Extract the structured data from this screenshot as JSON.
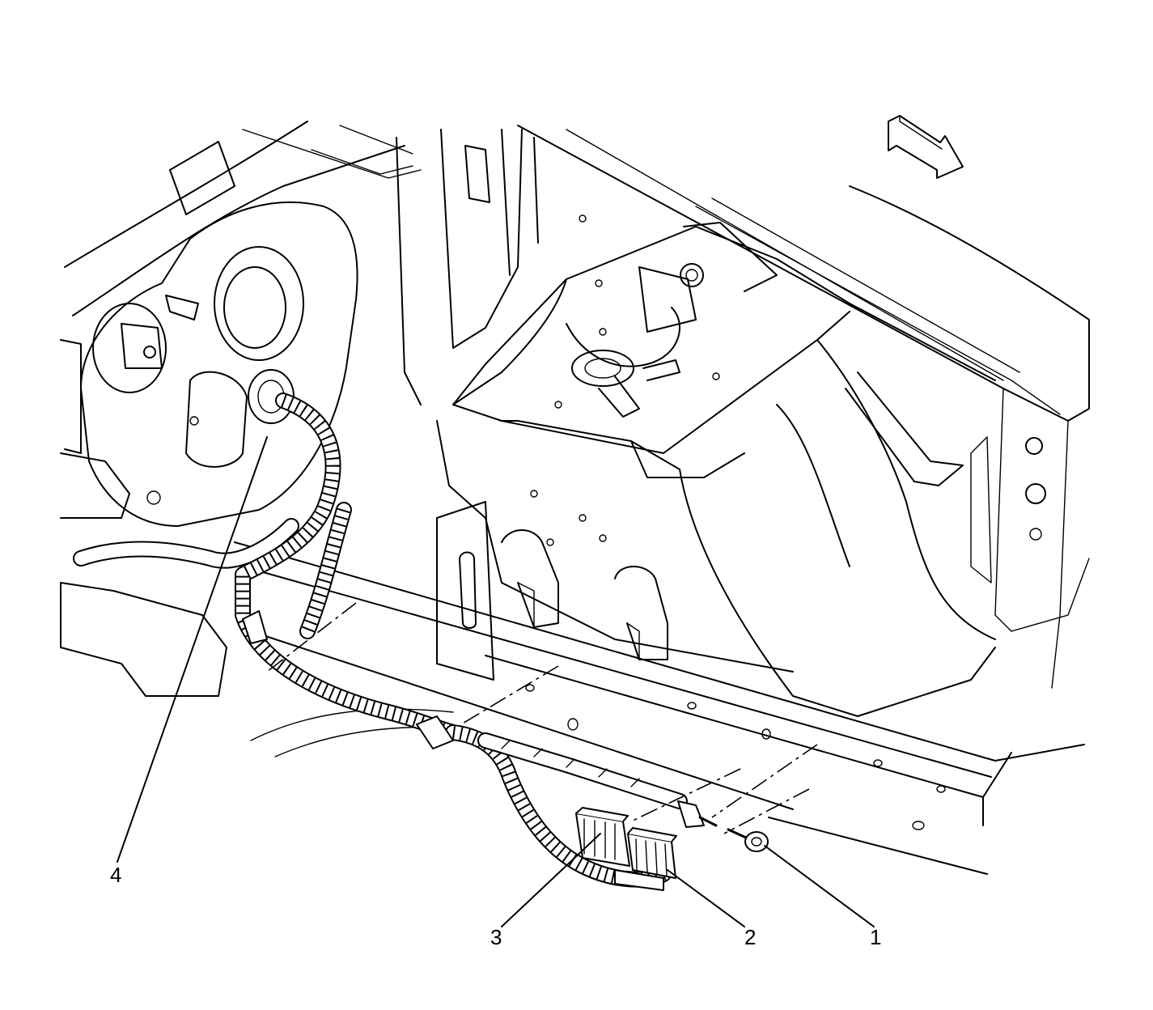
{
  "diagram": {
    "background": "#ffffff",
    "line_color": "#000000",
    "callouts": [
      {
        "id": "1",
        "label": "1"
      },
      {
        "id": "2",
        "label": "2"
      },
      {
        "id": "3",
        "label": "3"
      },
      {
        "id": "4",
        "label": "4"
      }
    ],
    "icons": {
      "direction": "arrow-icon"
    }
  }
}
